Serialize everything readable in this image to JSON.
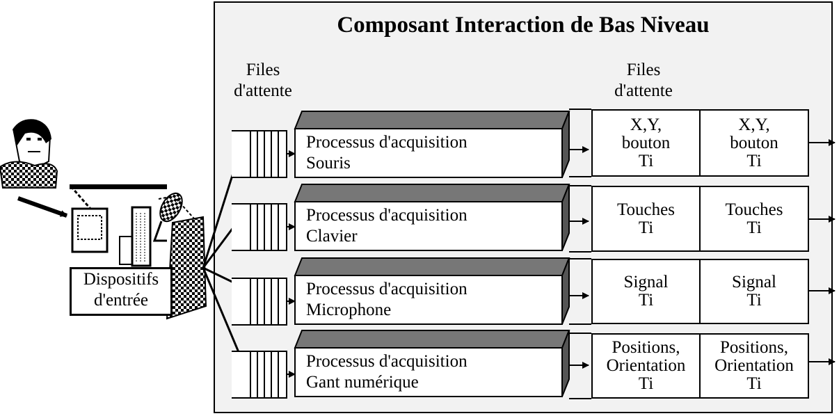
{
  "title": "Composant Interaction de Bas Niveau",
  "input_queues_header": [
    "Files",
    "d'attente"
  ],
  "output_queues_header": [
    "Files",
    "d'attente"
  ],
  "devices_label": [
    "Dispositifs",
    "d'entrée"
  ],
  "processes": [
    {
      "line1": "Processus d'acquisition",
      "line2": "Souris",
      "cells": [
        [
          "X,Y,",
          "bouton",
          "Ti"
        ],
        [
          "X,Y,",
          "bouton",
          "Ti"
        ]
      ]
    },
    {
      "line1": "Processus d'acquisition",
      "line2": "Clavier",
      "cells": [
        [
          "Touches",
          "Ti"
        ],
        [
          "Touches",
          "Ti"
        ]
      ]
    },
    {
      "line1": "Processus d'acquisition",
      "line2": "Microphone",
      "cells": [
        [
          "Signal",
          "Ti"
        ],
        [
          "Signal",
          "Ti"
        ]
      ]
    },
    {
      "line1": "Processus d'acquisition",
      "line2": "Gant numérique",
      "cells": [
        [
          "Positions,",
          "Orientation",
          "Ti"
        ],
        [
          "Positions,",
          "Orientation",
          "Ti"
        ]
      ]
    }
  ]
}
